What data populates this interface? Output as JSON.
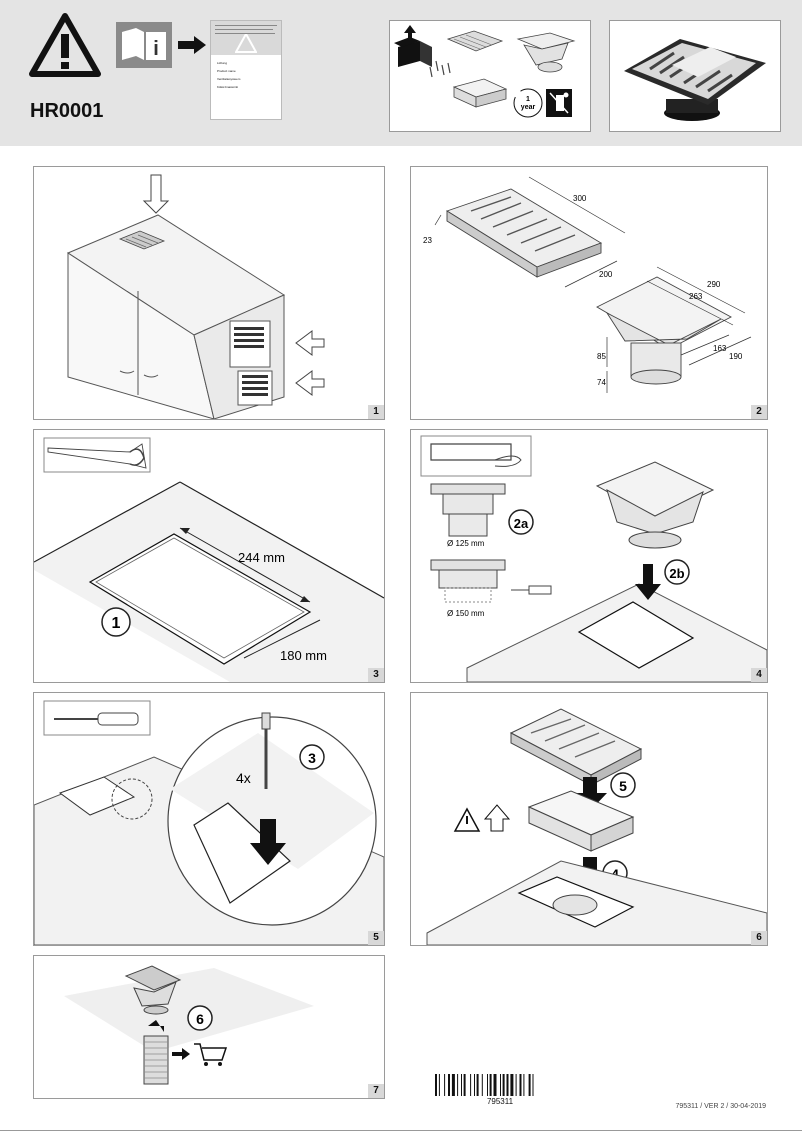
{
  "header": {
    "model": "HR0001",
    "booklet_languages": [
      "Lüftung",
      "Product name",
      "Ventilatiesysteem",
      "Kökä ilmastointi"
    ]
  },
  "panels": {
    "step1": {
      "number": "1"
    },
    "step2": {
      "number": "2",
      "dims": [
        "300",
        "23",
        "200",
        "290",
        "263",
        "85",
        "163",
        "190",
        "74"
      ]
    },
    "step3": {
      "number": "3",
      "length": "244 mm",
      "width": "180 mm",
      "callout": "1"
    },
    "step4": {
      "number": "4",
      "label_2a": "2a",
      "label_2b": "2b",
      "dia_125": "Ø 125 mm",
      "dia_150": "Ø 150 mm"
    },
    "step5": {
      "number": "5",
      "callout": "3",
      "quantity": "4x"
    },
    "step6": {
      "number": "6",
      "callout_5": "5",
      "callout_4": "4"
    },
    "step7": {
      "number": "7",
      "callout": "6"
    }
  },
  "unbox": {
    "warranty_number": "1",
    "warranty_unit": "year"
  },
  "footer": {
    "barcode_number": "795311",
    "version": "795311 / VER 2 / 30-04-2019"
  }
}
